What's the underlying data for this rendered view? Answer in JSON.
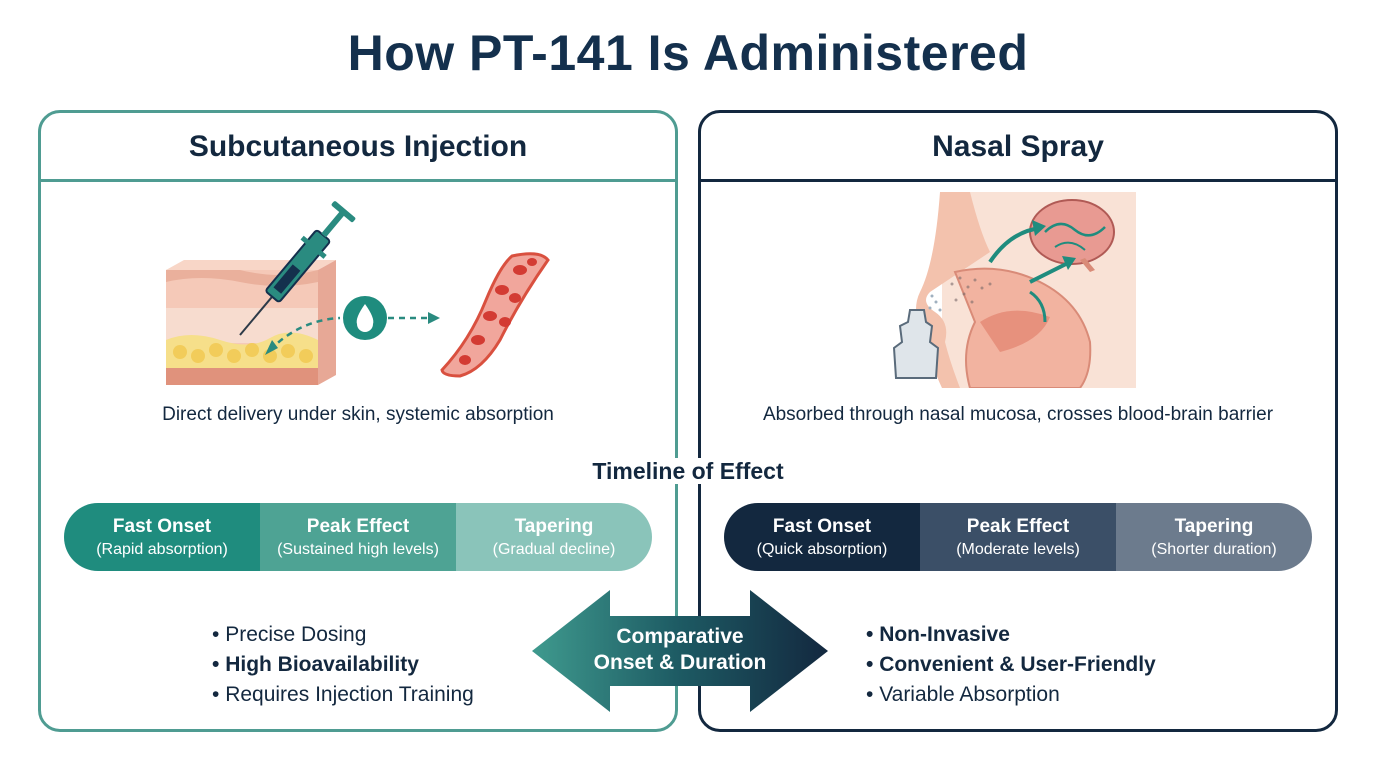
{
  "title": "How PT-141 Is Administered",
  "left": {
    "heading": "Subcutaneous Injection",
    "caption": "Direct delivery under skin, systemic absorption",
    "timeline": [
      {
        "label": "Fast Onset",
        "sub": "(Rapid absorption)"
      },
      {
        "label": "Peak Effect",
        "sub": "(Sustained high levels)"
      },
      {
        "label": "Tapering",
        "sub": "(Gradual decline)"
      }
    ],
    "bullets": [
      {
        "text": "Precise Dosing",
        "bold": false
      },
      {
        "text": "High Bioavailability",
        "bold": true
      },
      {
        "text": "Requires Injection Training",
        "bold": false
      }
    ],
    "colors": {
      "border": "#4f9c92",
      "seg1": "#1f8c7e",
      "seg2": "#4ea394",
      "seg3": "#8ac4ba"
    }
  },
  "right": {
    "heading": "Nasal Spray",
    "caption": "Absorbed through nasal mucosa, crosses blood-brain barrier",
    "timeline": [
      {
        "label": "Fast Onset",
        "sub": "(Quick absorption)"
      },
      {
        "label": "Peak Effect",
        "sub": "(Moderate levels)"
      },
      {
        "label": "Tapering",
        "sub": "(Shorter duration)"
      }
    ],
    "bullets": [
      {
        "text": "Non-Invasive",
        "bold": true
      },
      {
        "text": "Convenient & User-Friendly",
        "bold": true
      },
      {
        "text": "Variable Absorption",
        "bold": false
      }
    ],
    "colors": {
      "border": "#13283f",
      "seg1": "#13283f",
      "seg2": "#3b4f67",
      "seg3": "#6c7b8d"
    }
  },
  "timeline_title": "Timeline of Effect",
  "center_arrow": {
    "line1": "Comparative",
    "line2": "Onset & Duration"
  },
  "icons": [
    "syringe-icon",
    "skin-layers-icon",
    "droplet-icon",
    "blood-vessel-icon",
    "nasal-anatomy-icon",
    "brain-icon",
    "nasal-spray-icon"
  ]
}
